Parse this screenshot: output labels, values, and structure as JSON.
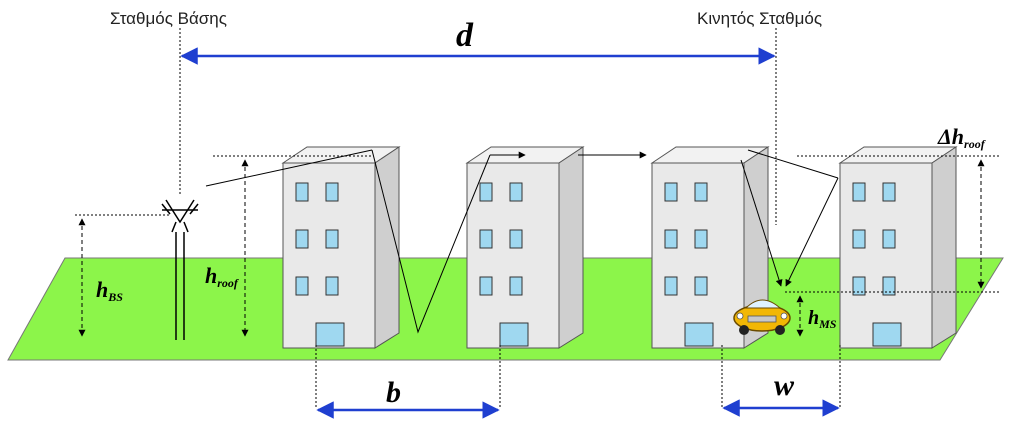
{
  "labels": {
    "base_station": "Σταθμός Βάσης",
    "mobile_station": "Κινητός Σταθμός",
    "d": "d",
    "b": "b",
    "w": "w",
    "h_bs_main": "h",
    "h_bs_sub": "BS",
    "h_roof_main": "h",
    "h_roof_sub": "roof",
    "h_ms_main": "h",
    "h_ms_sub": "MS",
    "delta_h_main": "Δh",
    "delta_h_sub": "roof"
  },
  "colors": {
    "ground": "#8cf54a",
    "building_front": "#e9e9e9",
    "building_side": "#cfcfcf",
    "building_top": "#f2f2f2",
    "window": "#9fd8f0",
    "dimension_arrow": "#1f3fd0"
  }
}
